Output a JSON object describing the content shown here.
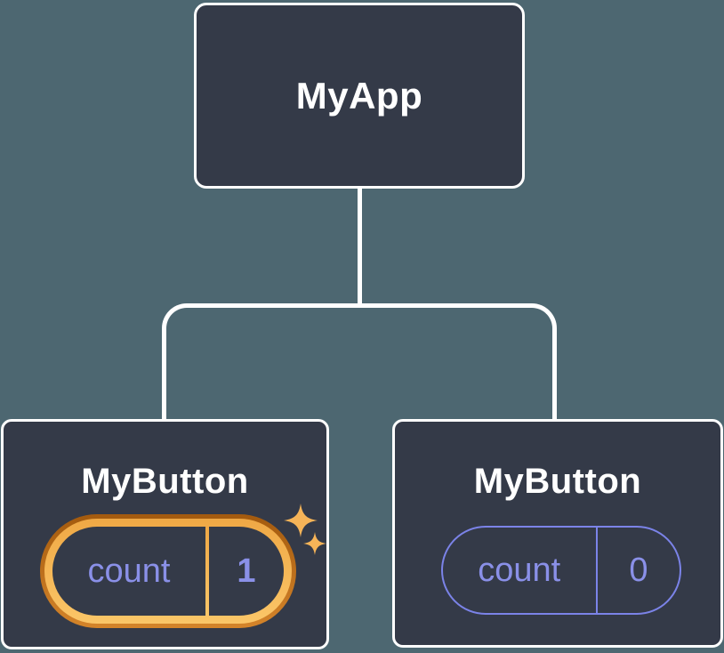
{
  "palette": {
    "canvas-bg": "#4D6771",
    "node-bg": "#343A48",
    "node-border": "#FFFFFF",
    "connector": "#FFFFFF",
    "label-text": "#FFFFFF",
    "state-text": "#8A90E8",
    "pill-border": "#7B83E8",
    "highlight-outer-top": "#A35A0E",
    "highlight-outer-bottom": "#D4842A",
    "highlight-inner-top": "#EFA845",
    "highlight-inner-bottom": "#FBC668",
    "sparkle": "#F6B458"
  },
  "diagram": {
    "root": {
      "label": "MyApp"
    },
    "children": [
      {
        "label": "MyButton",
        "state_key": "count",
        "state_value": "1",
        "highlighted": true,
        "icon": "sparkles-icon"
      },
      {
        "label": "MyButton",
        "state_key": "count",
        "state_value": "0",
        "highlighted": false
      }
    ]
  }
}
